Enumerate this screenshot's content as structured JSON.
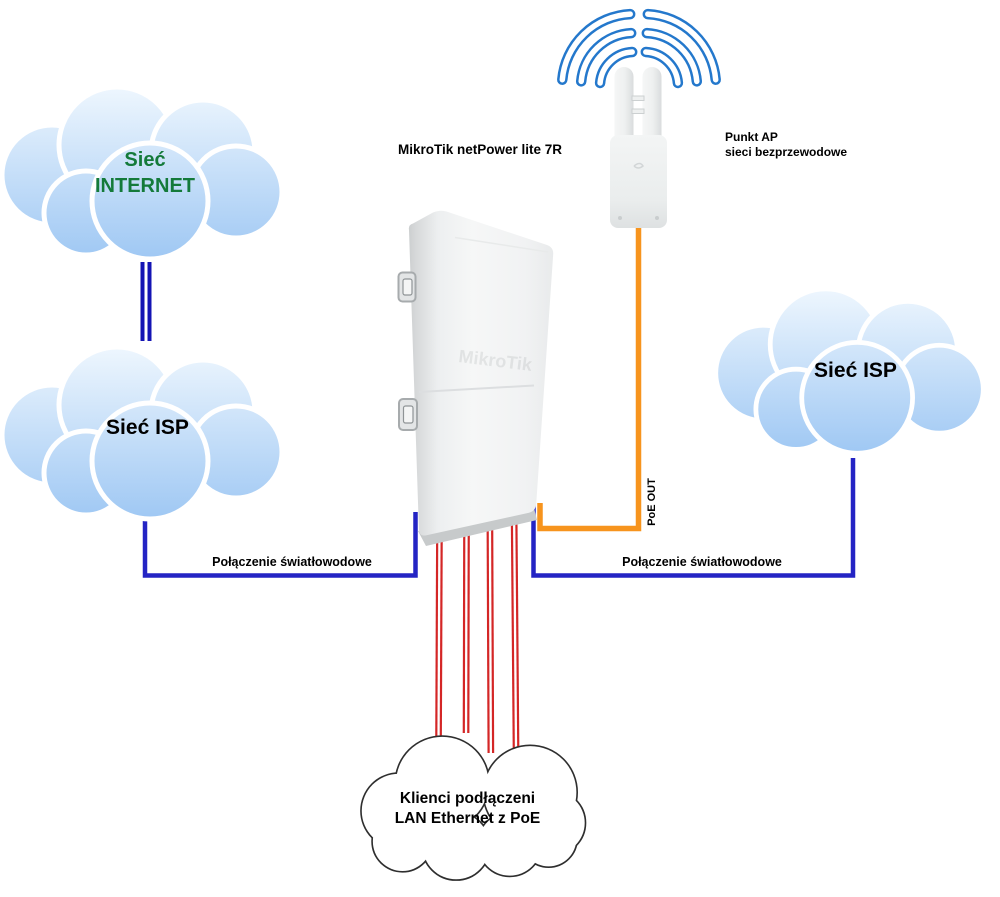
{
  "diagram": {
    "nodes": {
      "internet_cloud": {
        "line1": "Sieć",
        "line2": "INTERNET"
      },
      "isp_cloud_left": {
        "label": "Sieć ISP"
      },
      "isp_cloud_right": {
        "label": "Sieć ISP"
      },
      "router": {
        "label": "MikroTik netPower lite 7R"
      },
      "access_point": {
        "line1": "Punkt AP",
        "line2": "sieci bezprzewodowe"
      },
      "clients_cloud": {
        "line1": "Klienci podłączeni",
        "line2": "LAN Ethernet z PoE"
      }
    },
    "links": {
      "fiber_left": {
        "label": "Połączenie światłowodowe"
      },
      "fiber_right": {
        "label": "Połączenie światłowodowe"
      },
      "poe": {
        "label": "PoE OUT"
      }
    },
    "icons": {
      "wifi": "wifi-waves-icon",
      "router": "router-device-image",
      "access_point": "access-point-image"
    },
    "colors": {
      "fiber_blue": "#2424c4",
      "uplink_blue": "#1414b4",
      "poe_orange": "#f7941d",
      "lan_red": "#d42626",
      "wifi_blue": "#2478cc",
      "internet_green": "#147a3a",
      "cloud_fill_top": "#eff7fe",
      "cloud_fill_bottom": "#9cc6f3",
      "cloud_outline": "#ffffff",
      "clients_outline": "#2e2e2e",
      "label_black": "#000000"
    }
  }
}
